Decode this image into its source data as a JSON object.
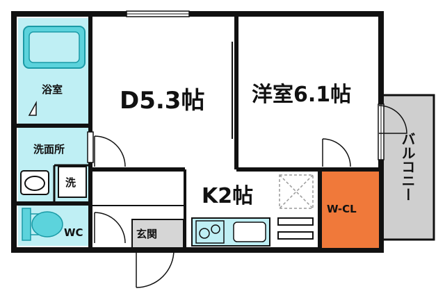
{
  "rooms": {
    "dining": {
      "label": "D5.3帖"
    },
    "western": {
      "label": "洋室6.1帖"
    },
    "kitchen": {
      "label": "K2帖"
    },
    "bath": {
      "label": "浴室"
    },
    "washroom": {
      "label": "洗面所"
    },
    "washer": {
      "label": "洗"
    },
    "toilet": {
      "label": "WC"
    },
    "entrance": {
      "label": "玄関"
    },
    "closet": {
      "label": "W-CL"
    },
    "balcony": {
      "label": "バルコニー"
    }
  },
  "colors": {
    "wall": "#111111",
    "wet_area": "#bfeff4",
    "wet_fixture": "#5cd3dc",
    "closet": "#f0793a",
    "entrance_floor": "#d6d6d6",
    "balcony": "#cfcfcf",
    "floor": "#ffffff"
  },
  "icons": [
    "bathtub-icon",
    "sink-icon",
    "toilet-icon",
    "stove-icon",
    "kitchen-sink-icon",
    "door-swing-icon",
    "window-icon"
  ]
}
